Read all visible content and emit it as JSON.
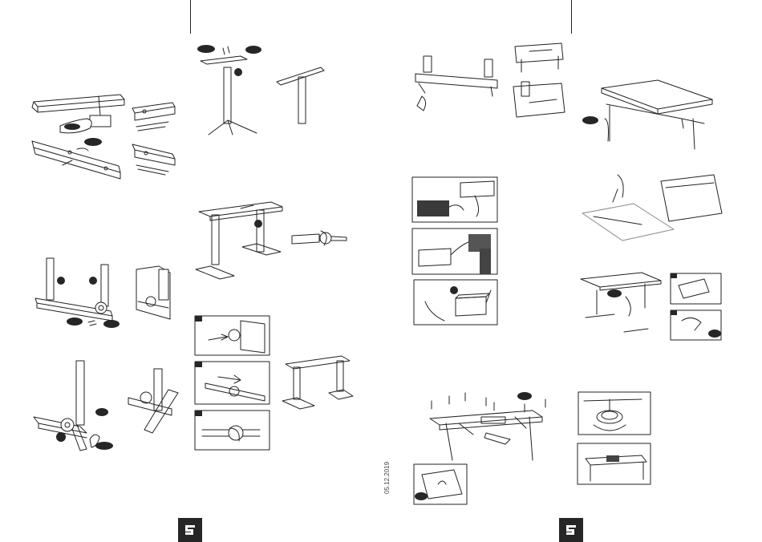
{
  "document": {
    "type": "assembly-instructions",
    "date_code": "05.12.2019",
    "logo_mark": "brand-logo-icon",
    "pages": [
      {
        "side": "left"
      },
      {
        "side": "right"
      }
    ]
  },
  "colors": {
    "line": "#222222",
    "callout": "#262626",
    "logo_bg": "#262626",
    "floor": "#8a8a8a"
  }
}
